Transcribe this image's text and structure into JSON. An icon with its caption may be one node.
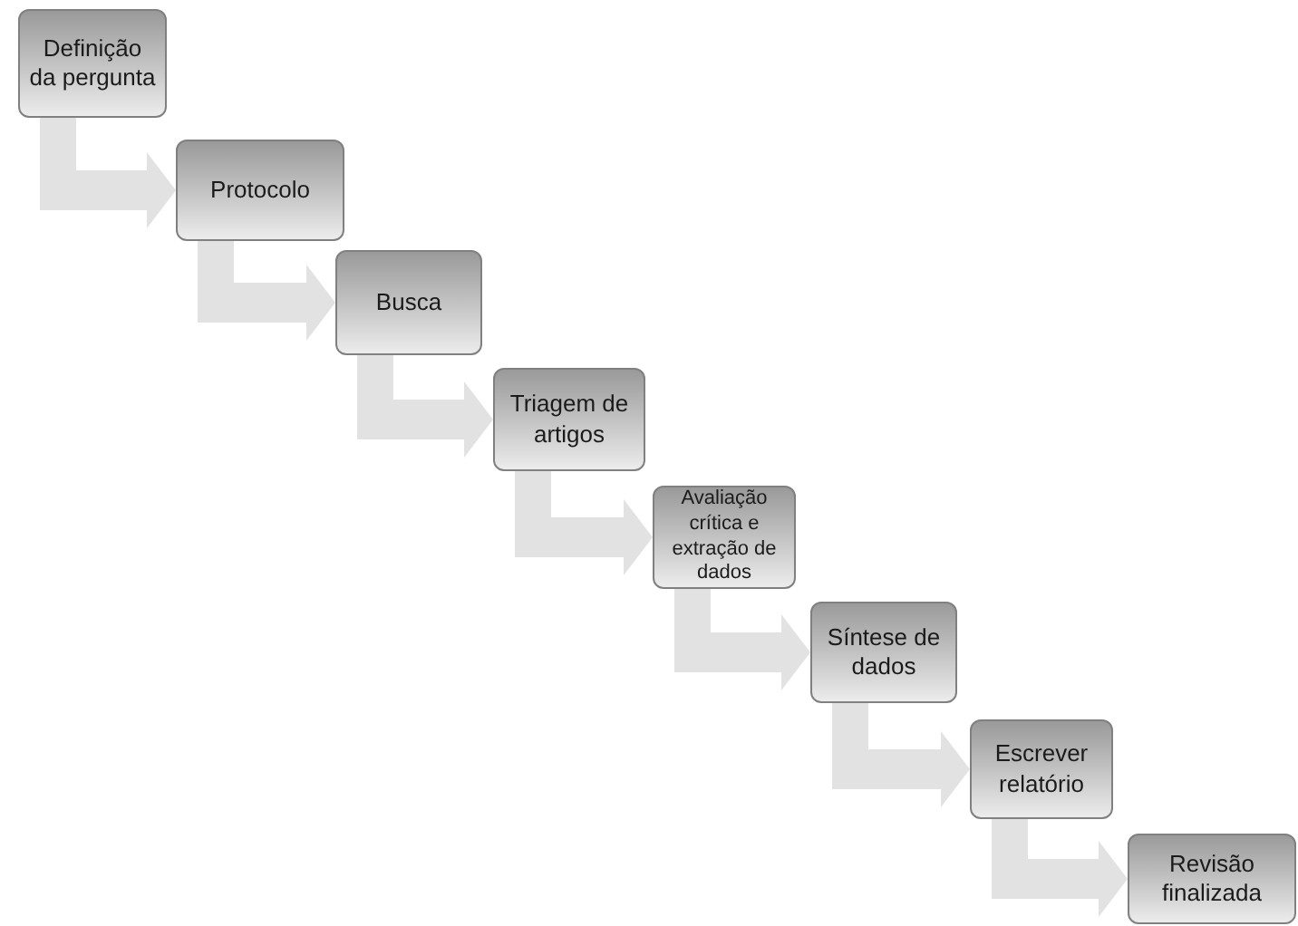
{
  "diagram": {
    "nodes": [
      {
        "text": [
          "Definição da pergunta"
        ]
      },
      {
        "text": [
          "Protocolo"
        ]
      },
      {
        "text": [
          "Busca"
        ]
      },
      {
        "text": [
          "Triagem de artigos"
        ]
      },
      {
        "text": [
          "Avaliação crítica e extração de dados"
        ]
      },
      {
        "text": [
          "Síntese de dados"
        ]
      },
      {
        "text": [
          "Escrever relatório"
        ]
      },
      {
        "text": [
          "Revisão finalizada"
        ]
      }
    ],
    "edges": [
      {
        "from": 0,
        "to": 1,
        "arrow": "to"
      },
      {
        "from": 1,
        "to": 2,
        "arrow": "to"
      },
      {
        "from": 2,
        "to": 3,
        "arrow": "to"
      },
      {
        "from": 3,
        "to": 4,
        "arrow": "to"
      },
      {
        "from": 4,
        "to": 5,
        "arrow": "to"
      },
      {
        "from": 5,
        "to": 6,
        "arrow": "to"
      },
      {
        "from": 6,
        "to": 7,
        "arrow": "to"
      }
    ]
  }
}
